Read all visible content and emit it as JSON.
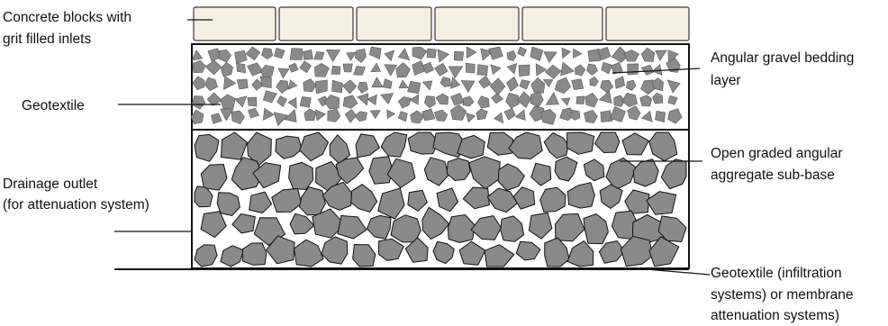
{
  "labels": {
    "concrete_blocks": [
      "Concrete blocks with",
      "grit filled inlets"
    ],
    "geotextile_top": [
      "Geotextile"
    ],
    "drainage_outlet": [
      "Drainage outlet",
      "(for attenuation system)"
    ],
    "gravel_bedding": [
      "Angular gravel bedding",
      "layer"
    ],
    "sub_base": [
      "Open graded angular",
      "aggregate sub-base"
    ],
    "geotextile_bottom": [
      "Geotextile (infiltration",
      "systems) or membrane",
      "attenuation systems)"
    ]
  },
  "colors": {
    "block_fill": "#f2f0e2",
    "aggregate_fill": "#8a8a8a",
    "outline": "#111111"
  }
}
